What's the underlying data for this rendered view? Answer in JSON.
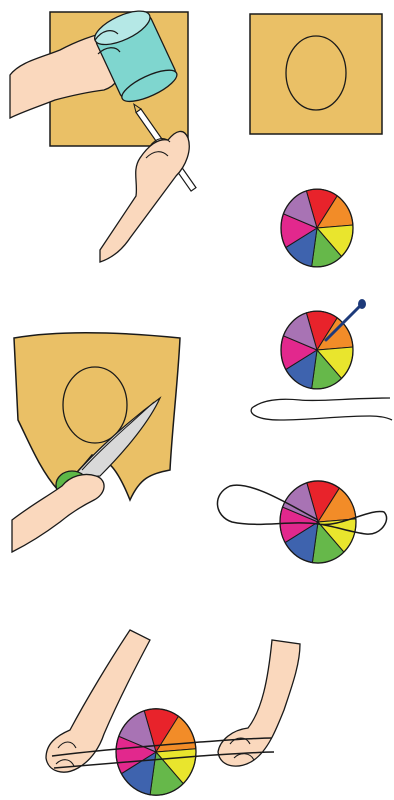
{
  "colors": {
    "paper": "#EAC066",
    "skin": "#FAD8BD",
    "cup": "#7FD6CF",
    "cup_top": "#B5E8E6",
    "outline": "#1A1A1A",
    "scissors_handle": "#5DB847",
    "blade": "#D9D9D9",
    "needle": "#1D3A7A",
    "wheel": [
      "#E8232B",
      "#F28C28",
      "#E9E52D",
      "#66B84A",
      "#3E63AE",
      "#E2288D",
      "#A873B4"
    ]
  },
  "steps": [
    {
      "name": "trace-circle-with-cup",
      "icon": "cup-icon"
    },
    {
      "name": "traced-circle-on-paper",
      "icon": "paper-icon"
    },
    {
      "name": "color-wheel-disc",
      "icon": "color-wheel-icon"
    },
    {
      "name": "cut-circle-with-scissors",
      "icon": "scissors-icon"
    },
    {
      "name": "pierce-disc-with-needle",
      "icon": "needle-icon"
    },
    {
      "name": "thread-string-through-disc",
      "icon": "string-icon"
    },
    {
      "name": "spin-disc-with-hands",
      "icon": "hands-icon"
    }
  ]
}
